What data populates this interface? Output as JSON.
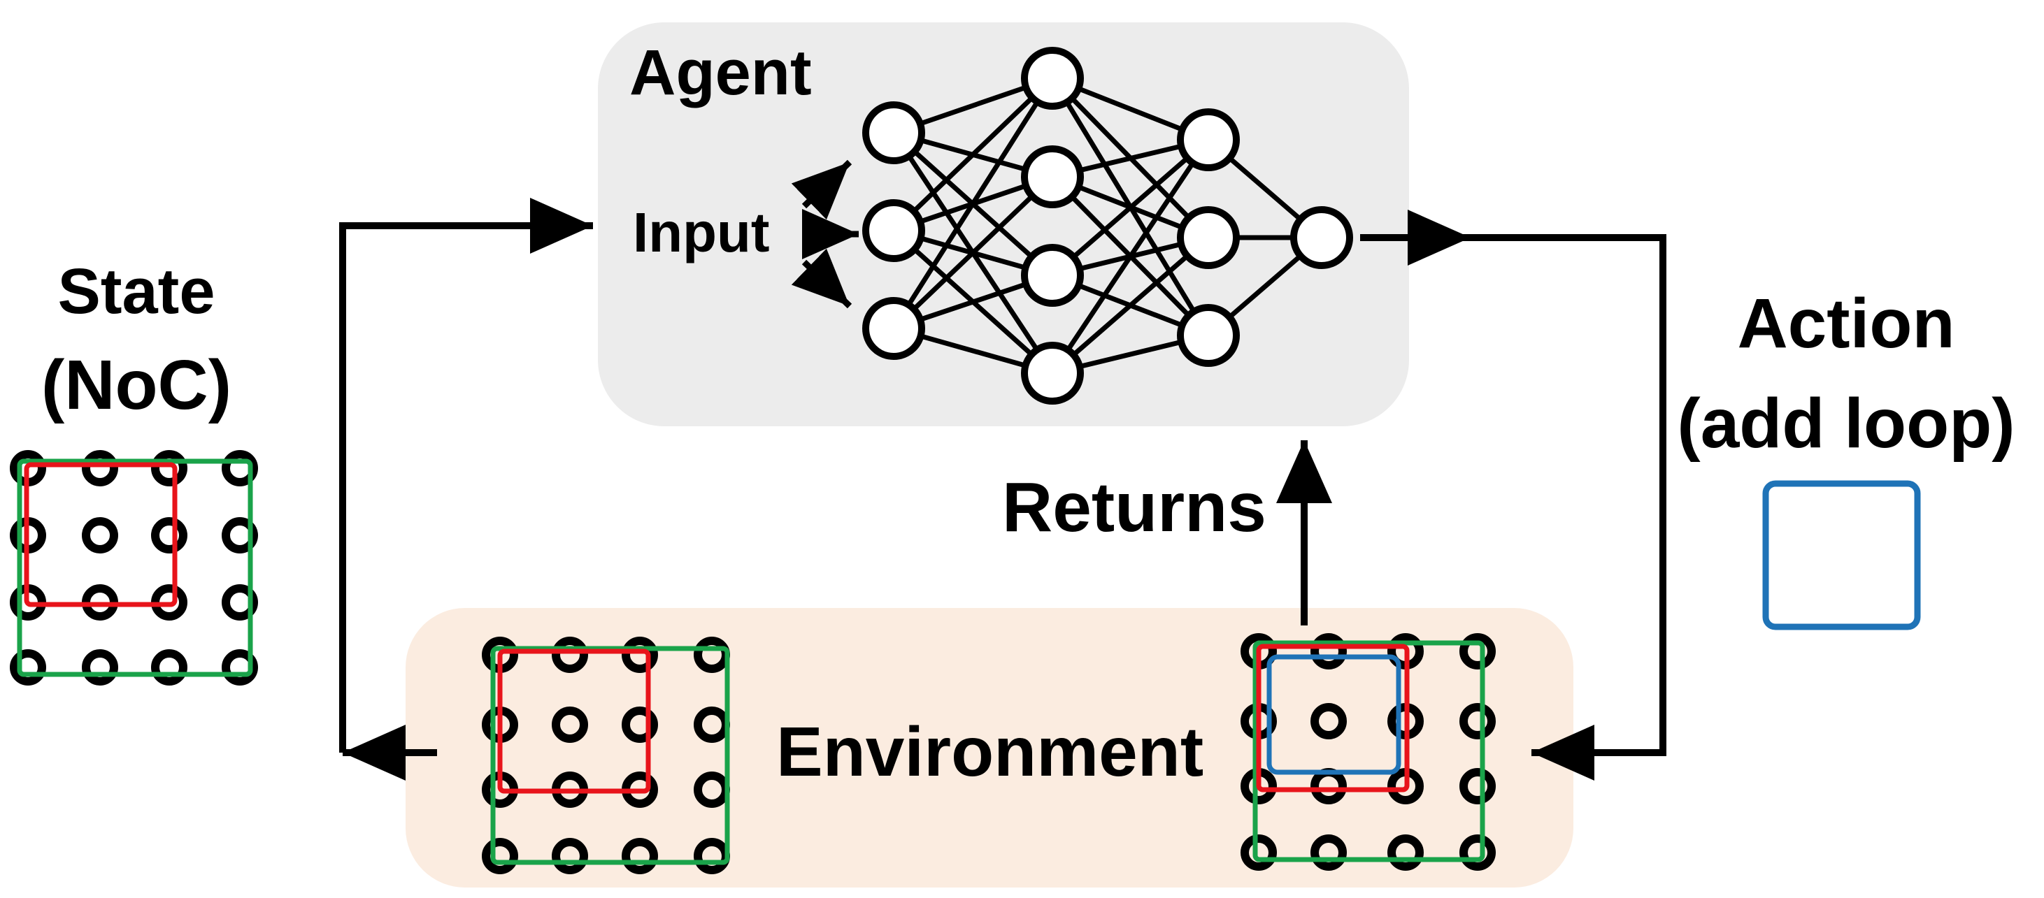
{
  "labels": {
    "agent": "Agent",
    "input": "Input",
    "state_line1": "State",
    "state_line2": "(NoC)",
    "action_line1": "Action",
    "action_line2": "(add loop)",
    "returns": "Returns",
    "environment": "Environment"
  },
  "colors": {
    "agent_box": "#ececec",
    "environment_box": "#fbece0",
    "red_loop": "#e8141b",
    "green_loop": "#1aa34a",
    "blue_loop": "#1f73b7",
    "stroke": "#000000"
  },
  "neural_network": {
    "layer_sizes": [
      3,
      4,
      3,
      1
    ]
  },
  "noc_grid": {
    "rows": 4,
    "cols": 4
  }
}
